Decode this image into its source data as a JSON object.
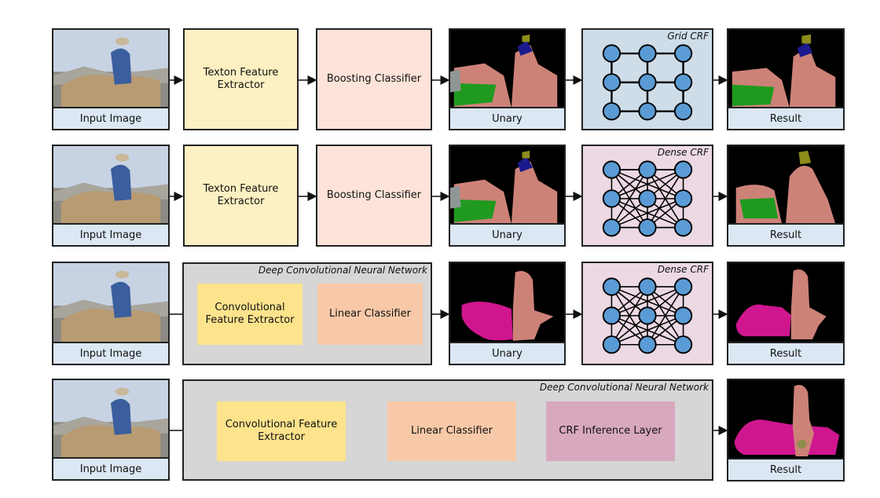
{
  "rows": [
    {
      "input_label": "Input Image",
      "feature_label": "Texton Feature Extractor",
      "classifier_label": "Boosting Classifier",
      "unary_label": "Unary",
      "crf_title": "Grid CRF",
      "result_label": "Result"
    },
    {
      "input_label": "Input Image",
      "feature_label": "Texton Feature Extractor",
      "classifier_label": "Boosting Classifier",
      "unary_label": "Unary",
      "crf_title": "Dense CRF",
      "result_label": "Result"
    },
    {
      "input_label": "Input Image",
      "network_title": "Deep Convolutional Neural Network",
      "feature_label": "Convolutional Feature Extractor",
      "classifier_label": "Linear Classifier",
      "unary_label": "Unary",
      "crf_title": "Dense CRF",
      "result_label": "Result"
    },
    {
      "input_label": "Input Image",
      "network_title": "Deep Convolutional Neural Network",
      "feature_label": "Convolutional Feature Extractor",
      "classifier_label": "Linear Classifier",
      "crf_label": "CRF Inference Layer",
      "result_label": "Result"
    }
  ],
  "colors": {
    "feature_box": "#fdf0c2",
    "classifier_box": "#fde3d9",
    "crf_grid_bg": "#cfdde8",
    "crf_dense_bg": "#ecd9e3",
    "network_bg": "#d6d6d6",
    "conv_box": "#fde38c",
    "linear_box": "#f8c9a8",
    "crf_layer_box": "#d8a8bf",
    "node_fill": "#5b9bd5",
    "label_bg": "#dbe7f3",
    "seg_black": "#000000",
    "seg_pink": "#cd8278",
    "seg_green": "#1f9a1f",
    "seg_magenta": "#d0168f",
    "seg_olive": "#8c8c1a",
    "seg_navy": "#1a1a8c"
  }
}
